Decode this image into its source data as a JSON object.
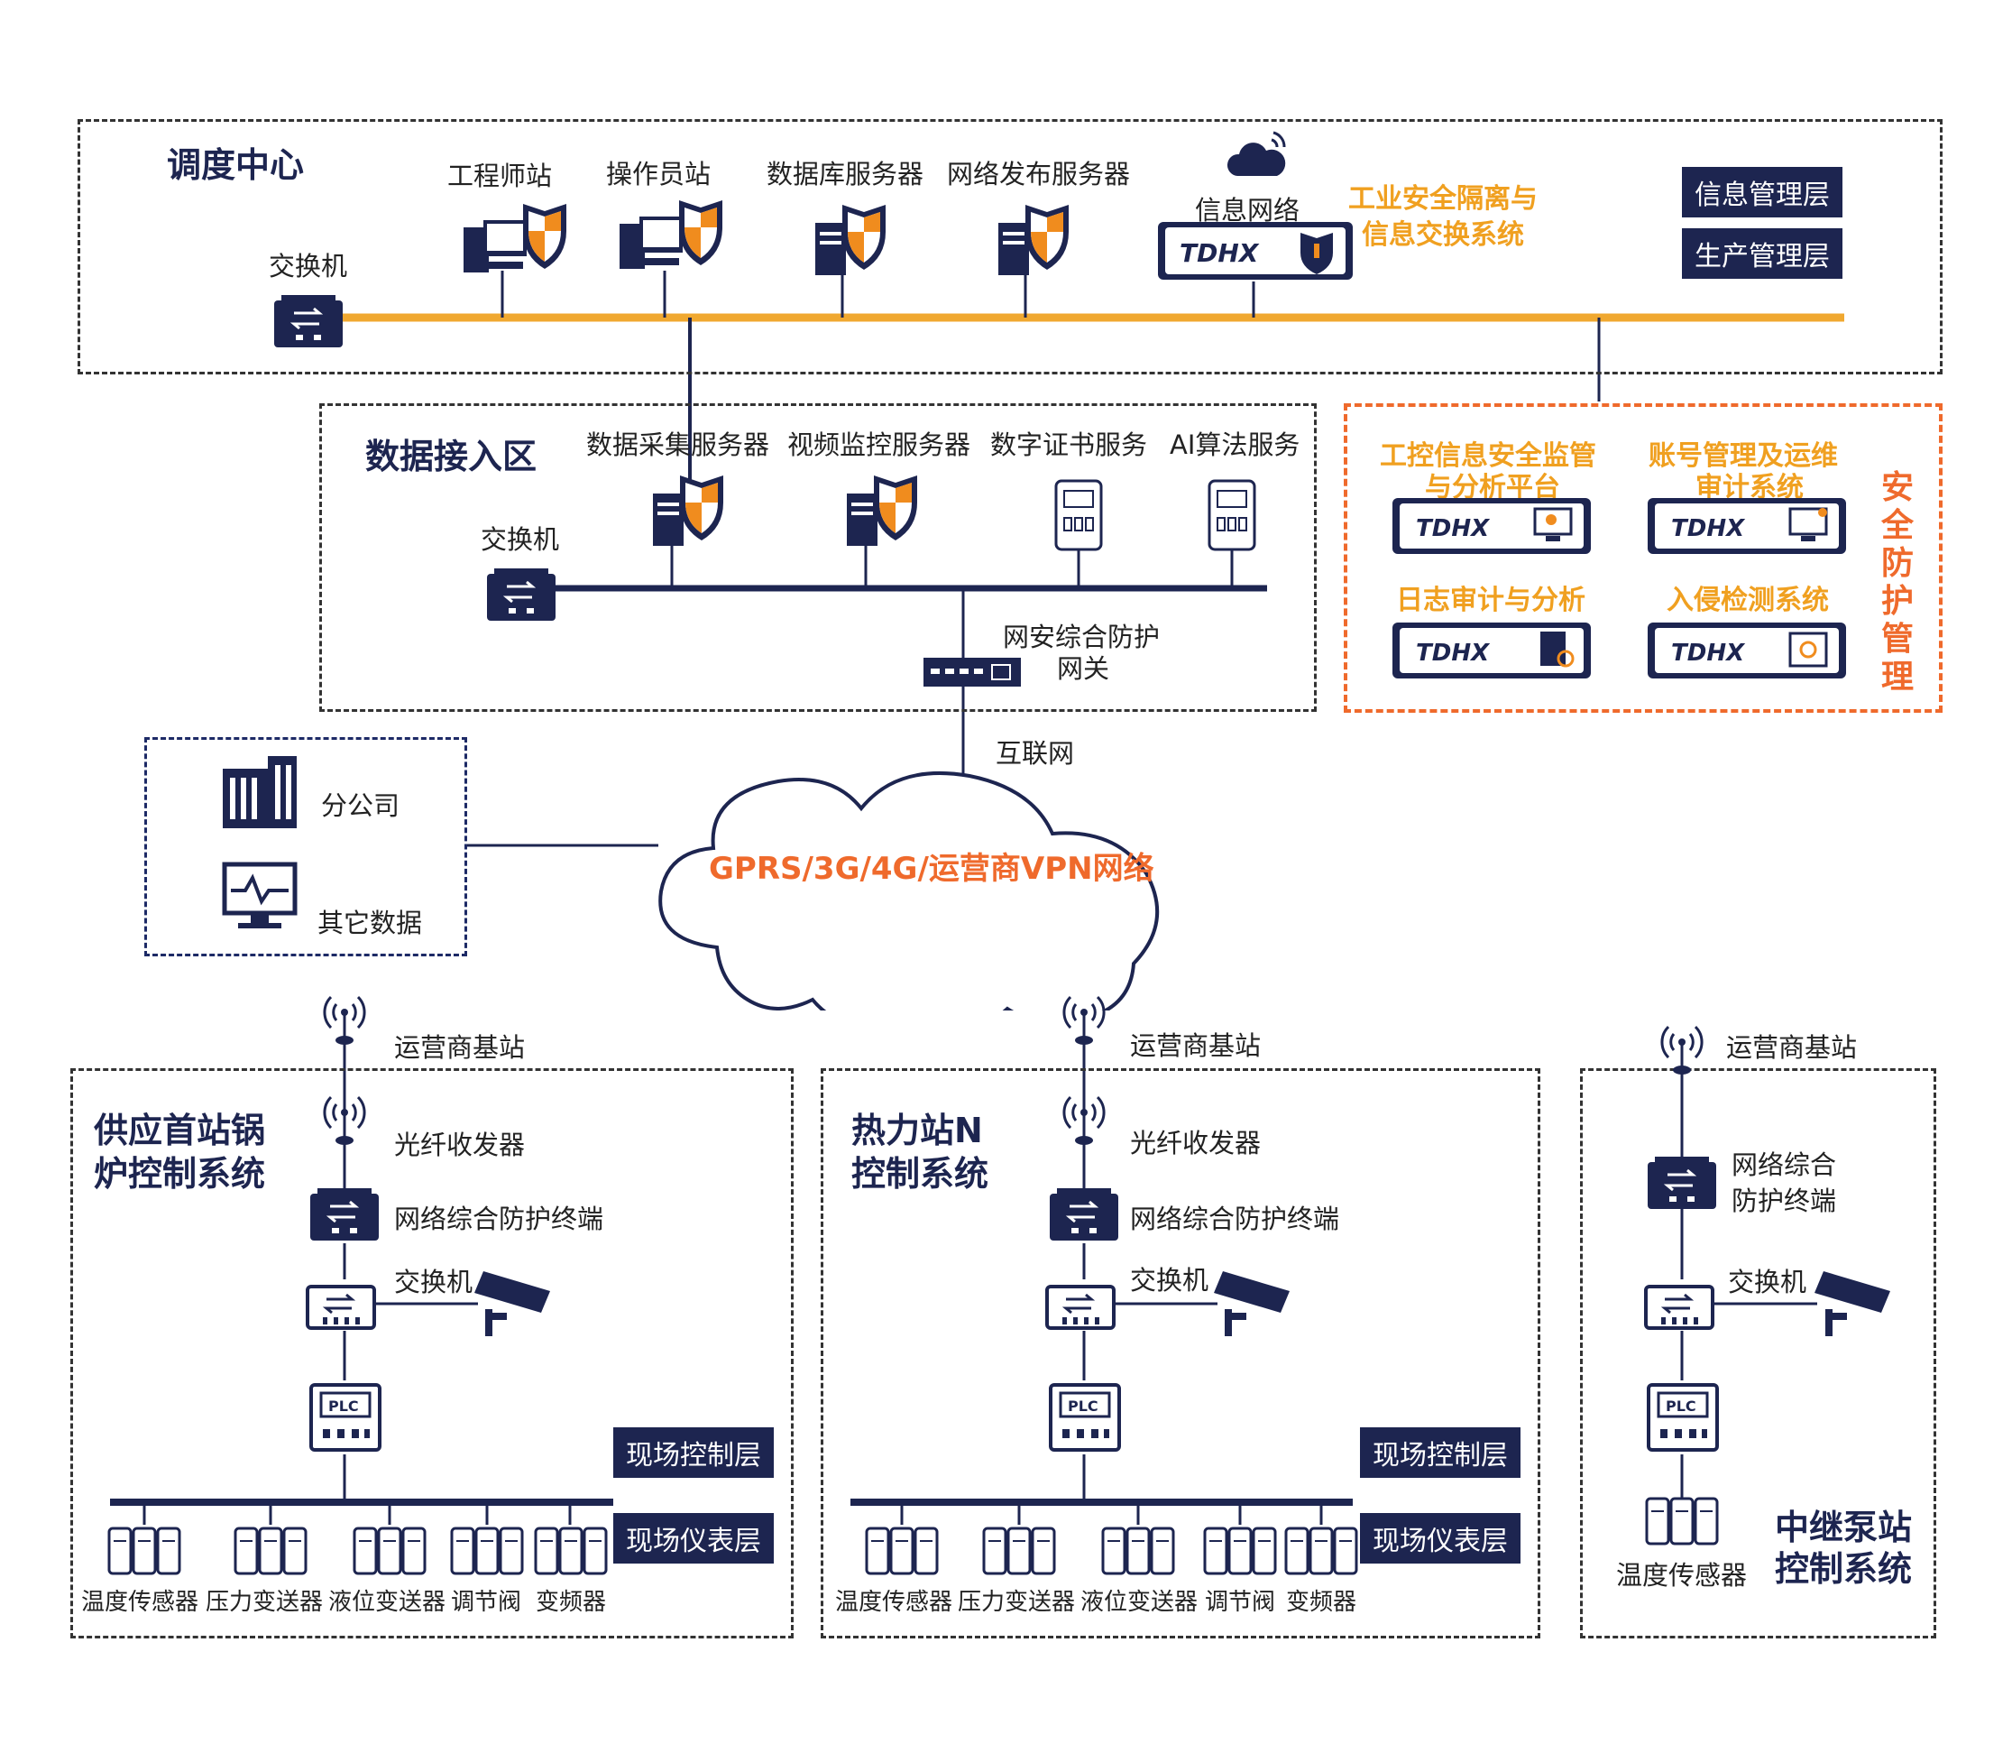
{
  "dispatch": {
    "title": "调度中心",
    "switch": "交换机",
    "eng_station": "工程师站",
    "op_station": "操作员站",
    "db_server": "数据库服务器",
    "web_server": "网络发布服务器",
    "info_net": "信息网络",
    "isolation_line1": "工业安全隔离与",
    "isolation_line2": "信息交换系统",
    "layer_info": "信息管理层",
    "layer_prod": "生产管理层",
    "brand": "TDHX"
  },
  "access": {
    "title": "数据接入区",
    "switch": "交换机",
    "collect": "数据采集服务器",
    "video": "视频监控服务器",
    "cert": "数字证书服务",
    "ai": "AI算法服务",
    "gateway_line1": "网安综合防护",
    "gateway_line2": "网关",
    "internet": "互联网"
  },
  "security": {
    "title_chars": [
      "安",
      "全",
      "防",
      "护",
      "管",
      "理"
    ],
    "p1_line1": "工控信息安全监管",
    "p1_line2": "与分析平台",
    "p2_line1": "账号管理及运维",
    "p2_line2": "审计系统",
    "p3": "日志审计与分析",
    "p4": "入侵检测系统"
  },
  "branch": {
    "company": "分公司",
    "other": "其它数据"
  },
  "cloud": {
    "label": "GPRS/3G/4G/运营商VPN网络"
  },
  "site1": {
    "title_line1": "供应首站锅",
    "title_line2": "炉控制系统",
    "base": "运营商基站",
    "fiber": "光纤收发器",
    "terminal": "网络综合防护终端",
    "switch": "交换机",
    "plc": "PLC",
    "layer_ctrl": "现场控制层",
    "layer_inst": "现场仪表层",
    "instruments": [
      "温度传感器",
      "压力变送器",
      "液位变送器",
      "调节阀",
      "变频器"
    ]
  },
  "site2": {
    "title_line1": "热力站N",
    "title_line2": "控制系统",
    "base": "运营商基站",
    "fiber": "光纤收发器",
    "terminal": "网络综合防护终端",
    "switch": "交换机",
    "plc": "PLC",
    "layer_ctrl": "现场控制层",
    "layer_inst": "现场仪表层",
    "instruments": [
      "温度传感器",
      "压力变送器",
      "液位变送器",
      "调节阀",
      "变频器"
    ]
  },
  "site3": {
    "title_line1": "中继泵站",
    "title_line2": "控制系统",
    "base": "运营商基站",
    "terminal_line1": "网络综合",
    "terminal_line2": "防护终端",
    "switch": "交换机",
    "plc": "PLC",
    "instrument": "温度传感器"
  },
  "colors": {
    "navy": "#1d2550",
    "orange": "#f0a020",
    "red_orange": "#ef6a2c",
    "bus": "#f0a830"
  }
}
